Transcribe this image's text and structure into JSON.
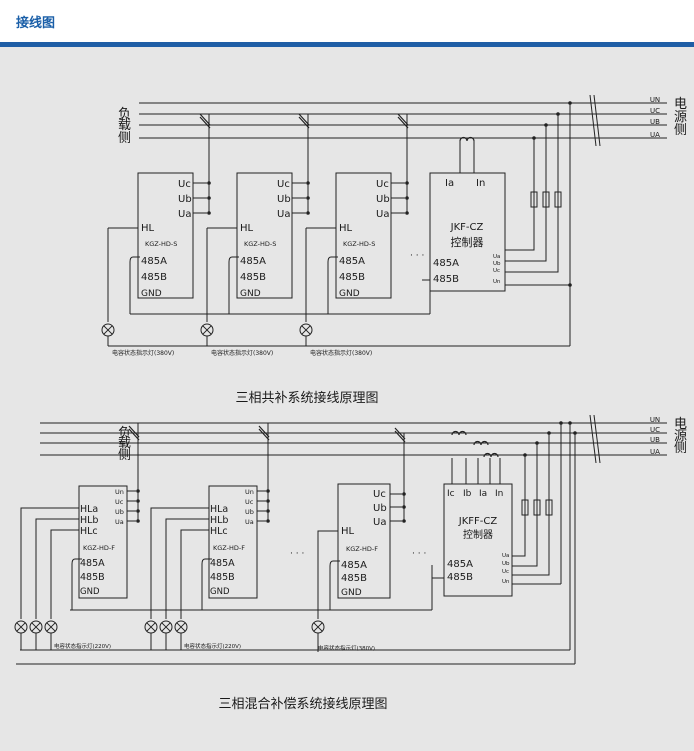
{
  "header": {
    "title": "接线图"
  },
  "diagram1": {
    "caption": "三相共补系统接线原理图",
    "load_side": [
      "负",
      "载",
      "侧"
    ],
    "source_side": [
      "电",
      "源",
      "侧"
    ],
    "lines": [
      "UN",
      "UC",
      "UB",
      "UA"
    ],
    "unit_model": "KGZ-HD-S",
    "unit_terminals": [
      "Uc",
      "Ub",
      "Ua",
      "HL",
      "485A",
      "485B",
      "GND"
    ],
    "controller": {
      "current_inputs": [
        "Ia",
        "In"
      ],
      "model": "JKF-CZ",
      "name": "控制器",
      "comms": [
        "485A",
        "485B"
      ],
      "voltage_terminals": [
        "Ua",
        "Ub",
        "Uc",
        "Un"
      ]
    },
    "ellipsis": "· · ·",
    "indicator": "电容状态指示灯(380V)"
  },
  "diagram2": {
    "caption": "三相混合补偿系统接线原理图",
    "load_side": [
      "负",
      "载",
      "侧"
    ],
    "source_side": [
      "电",
      "源",
      "侧"
    ],
    "lines": [
      "UN",
      "UC",
      "UB",
      "UA"
    ],
    "split_model": "KGZ-HD-F",
    "split_terminals": [
      "Un",
      "Uc",
      "Ub",
      "Ua",
      "HLa",
      "HLb",
      "HLc",
      "485A",
      "485B",
      "GND"
    ],
    "common_model": "KGZ-HD-F",
    "common_terminals": [
      "Uc",
      "Ub",
      "Ua",
      "HL",
      "485A",
      "485B",
      "GND"
    ],
    "controller": {
      "current_inputs": [
        "Ic",
        "Ib",
        "Ia",
        "In"
      ],
      "model": "JKFF-CZ",
      "name": "控制器",
      "comms": [
        "485A",
        "485B"
      ],
      "voltage_terminals": [
        "Ua",
        "Ub",
        "Uc",
        "Un"
      ]
    },
    "ellipsis": "· · ·",
    "indicator_220": "电容状态指示灯(220V)",
    "indicator_380": "电容状态指示灯(380V)"
  }
}
